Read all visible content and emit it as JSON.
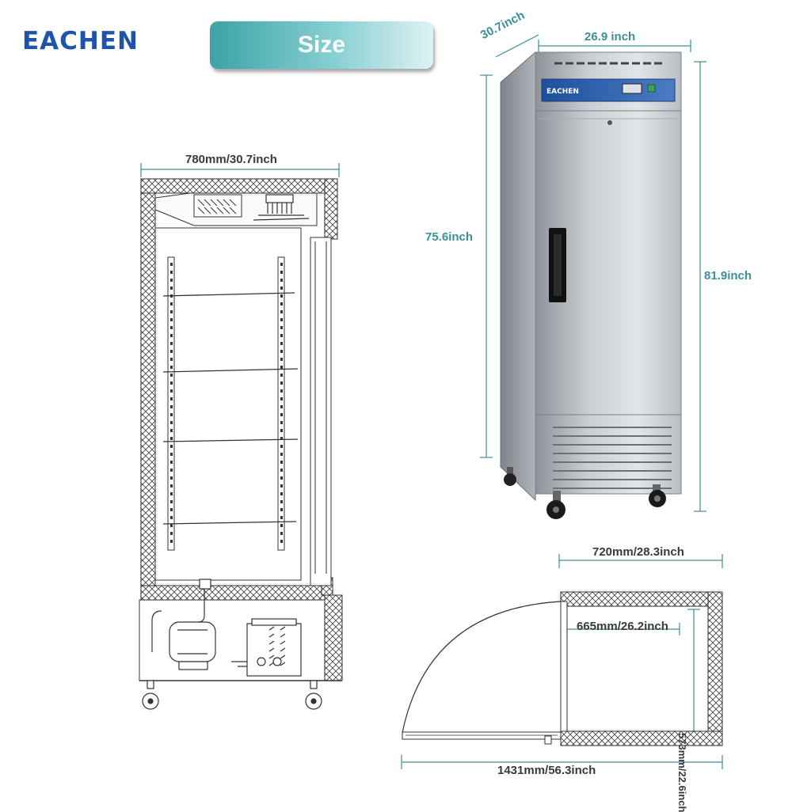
{
  "brand": {
    "logo_text": "EACHEN",
    "panel_brand": "EACHEN",
    "accent_color": "#1e55a8",
    "badge_color": "#3ba3a6",
    "dimension_color": "#3a8f98"
  },
  "header": {
    "title": "Size"
  },
  "photo_dimensions": {
    "depth": "30.7inch",
    "width": "26.9 inch",
    "cabinet_height": "75.6inch",
    "total_height": "81.9inch"
  },
  "side_view": {
    "width_label": "780mm/30.7inch"
  },
  "top_view": {
    "outer_width": "720mm/28.3inch",
    "inner_width": "665mm/26.2inch",
    "inner_depth": "573mm/22.6inch",
    "door_open_width": "1431mm/56.3inch"
  },
  "icons": [
    "hatched-wall",
    "compressor",
    "condenser",
    "fan",
    "caster-wheel",
    "door-handle",
    "lock"
  ]
}
